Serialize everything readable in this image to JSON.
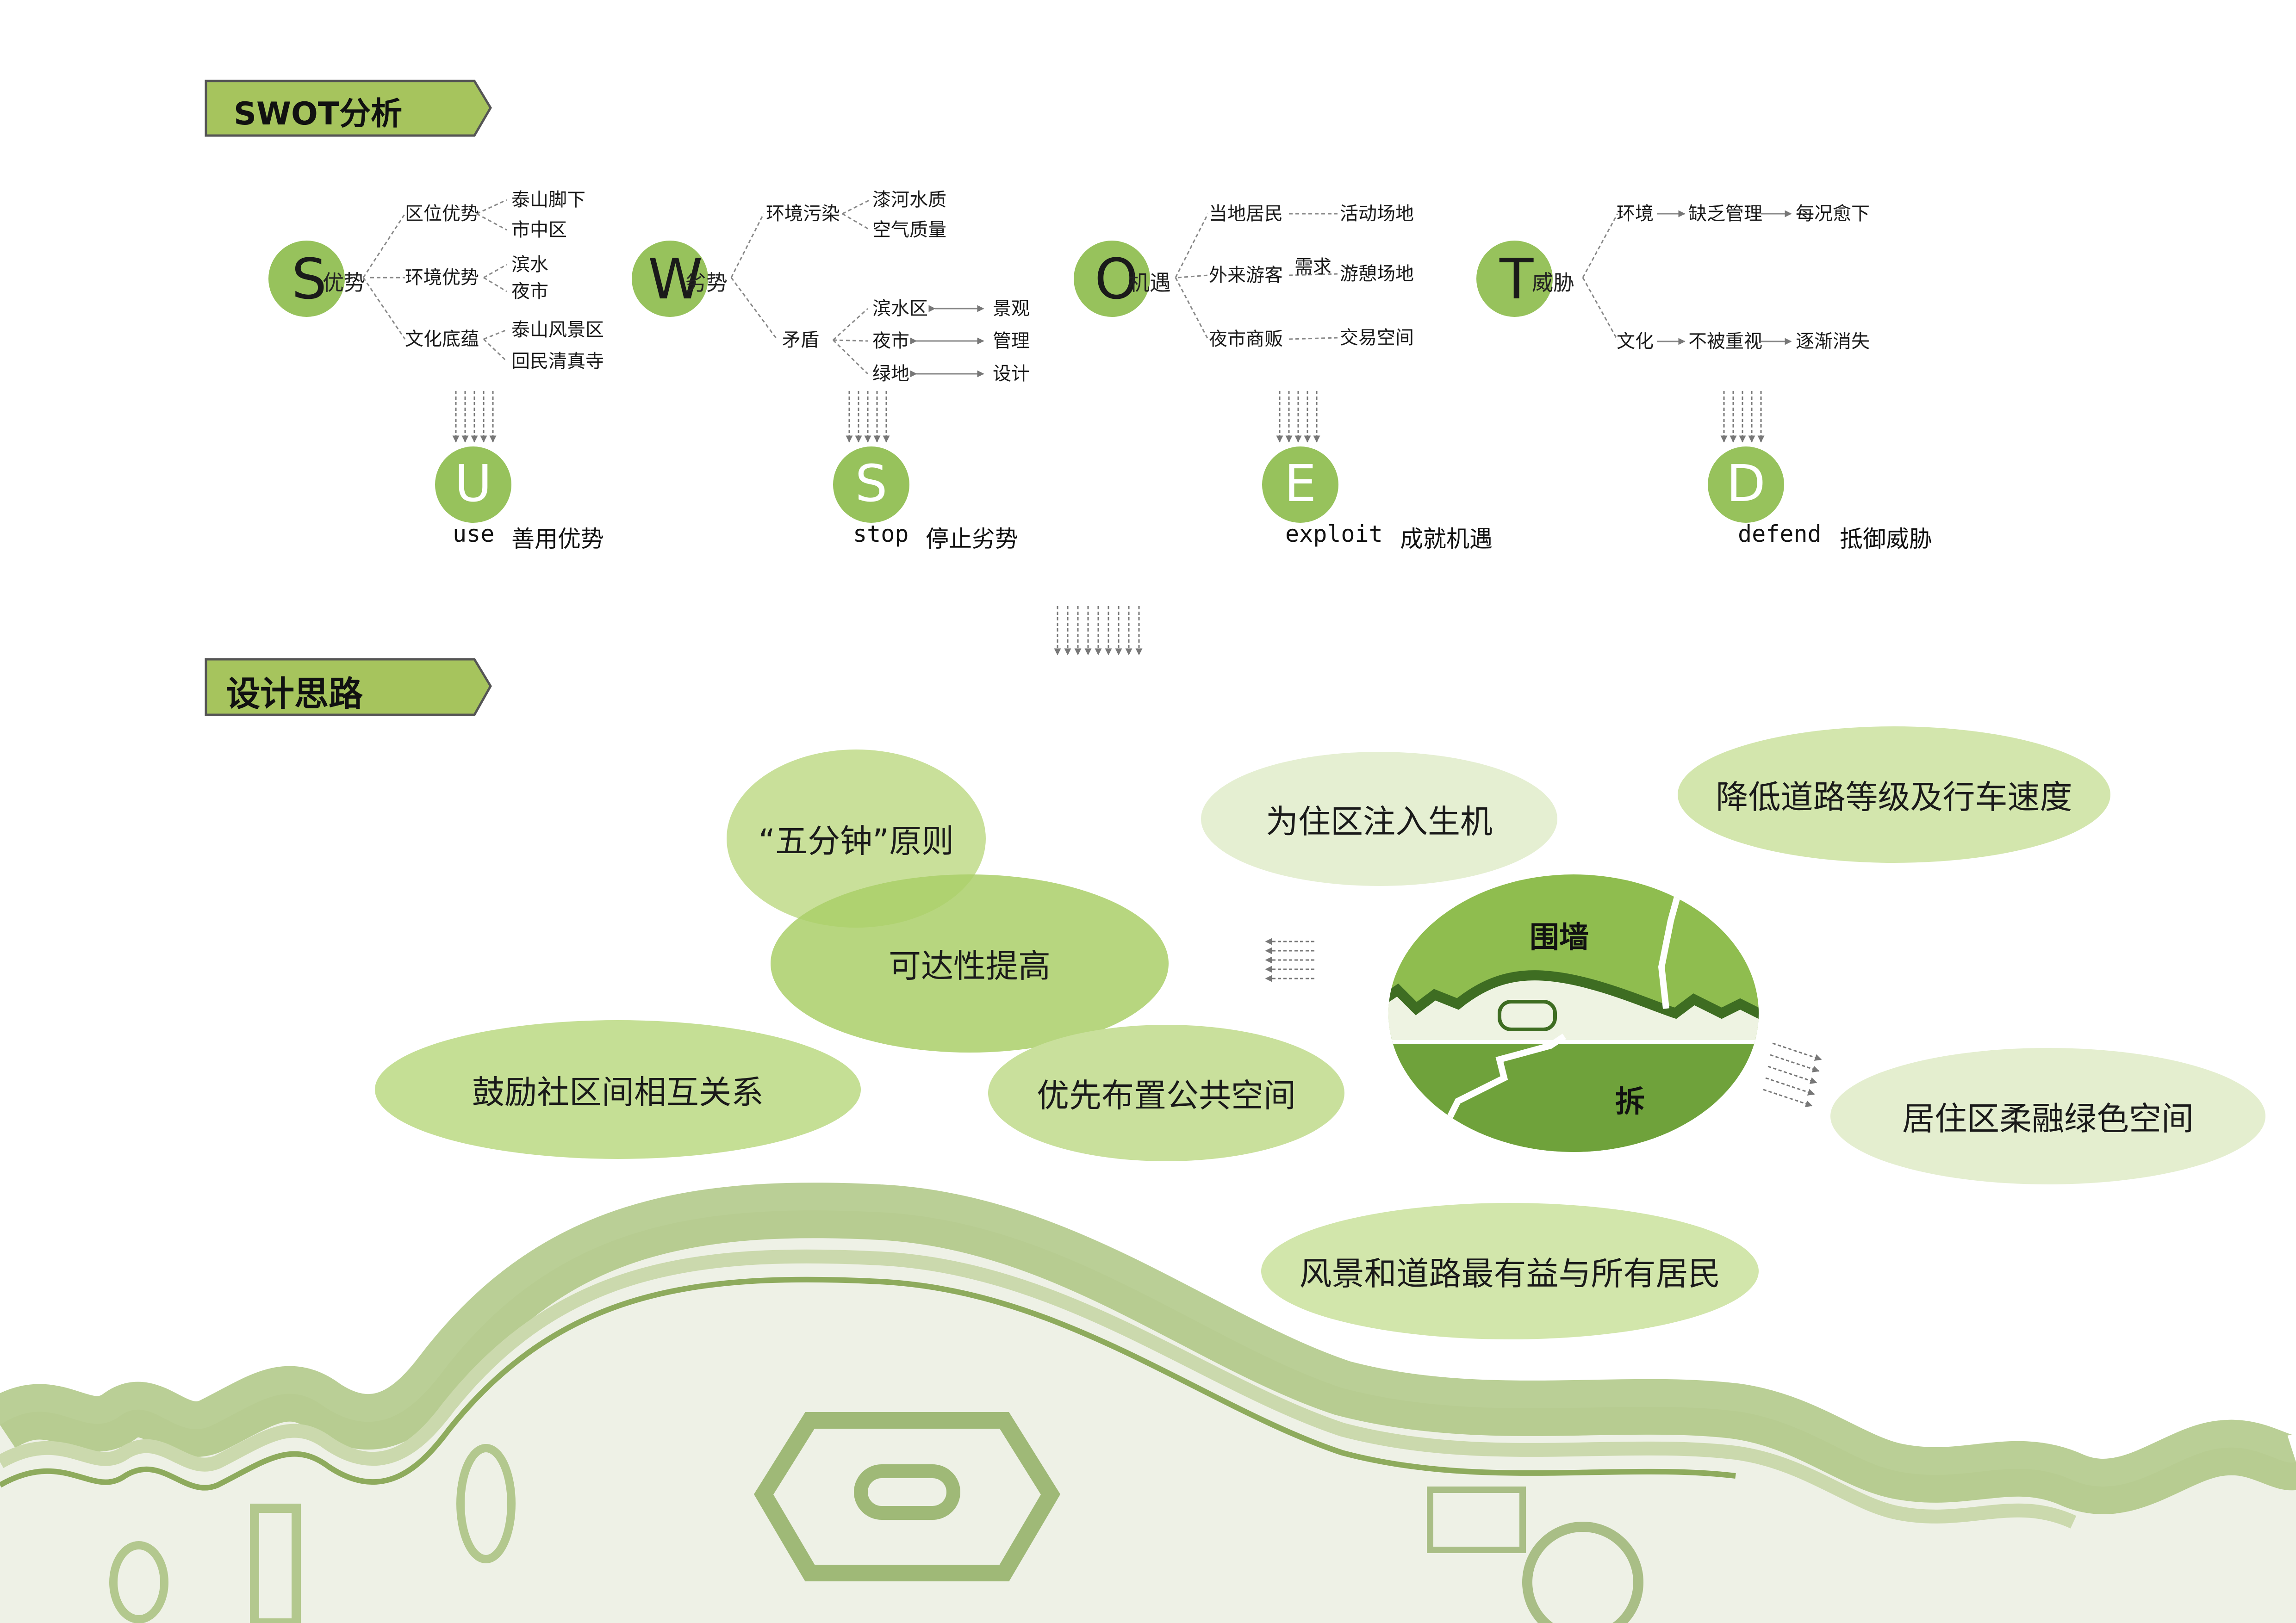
{
  "sections": {
    "swot_title": "SWOT分析",
    "design_title": "设计思路"
  },
  "swot": {
    "s": {
      "letter": "S",
      "label": "优势",
      "b1": "区位优势",
      "b1a": "泰山脚下",
      "b1b": "市中区",
      "b2": "环境优势",
      "b2a": "滨水",
      "b2b": "夜市",
      "b3": "文化底蕴",
      "b3a": "泰山风景区",
      "b3b": "回民清真寺"
    },
    "w": {
      "letter": "W",
      "label": "劣势",
      "b1": "环境污染",
      "b1a": "漆河水质",
      "b1b": "空气质量",
      "b2": "矛盾",
      "b2a": "滨水区",
      "b2b": "夜市",
      "b2c": "绿地",
      "r1": "景观",
      "r2": "管理",
      "r3": "设计"
    },
    "o": {
      "letter": "O",
      "label": "机遇",
      "b1": "当地居民",
      "b1r": "活动场地",
      "b2": "外来游客",
      "b2m": "需求",
      "b2r": "游憩场地",
      "b3": "夜市商贩",
      "b3r": "交易空间"
    },
    "t": {
      "letter": "T",
      "label": "威胁",
      "b1": "环境",
      "b1m": "缺乏管理",
      "b1r": "每况愈下",
      "b2": "文化",
      "b2m": "不被重视",
      "b2r": "逐渐消失"
    }
  },
  "strategies": {
    "u": {
      "letter": "U",
      "word": "use",
      "cn": "善用优势"
    },
    "s": {
      "letter": "S",
      "word": "stop",
      "cn": "停止劣势"
    },
    "e": {
      "letter": "E",
      "word": "exploit",
      "cn": "成就机遇"
    },
    "d": {
      "letter": "D",
      "word": "defend",
      "cn": "抵御威胁"
    }
  },
  "design": {
    "e1": "“五分钟”原则",
    "e2": "可达性提高",
    "e3": "鼓励社区间相互关系",
    "e4": "优先布置公共空间",
    "e5": "为住区注入生机",
    "e6": "降低道路等级及行车速度",
    "e7": "居住区柔融绿色空间",
    "e8": "风景和道路最有益与所有居民",
    "wall_label": "围墙",
    "demolish_label": "拆"
  },
  "colors": {
    "accent_green": "#97c25c",
    "light_green": "#cfe2a6",
    "banner_green": "#a6c45d",
    "wall_tint": "#c7d8a4"
  }
}
